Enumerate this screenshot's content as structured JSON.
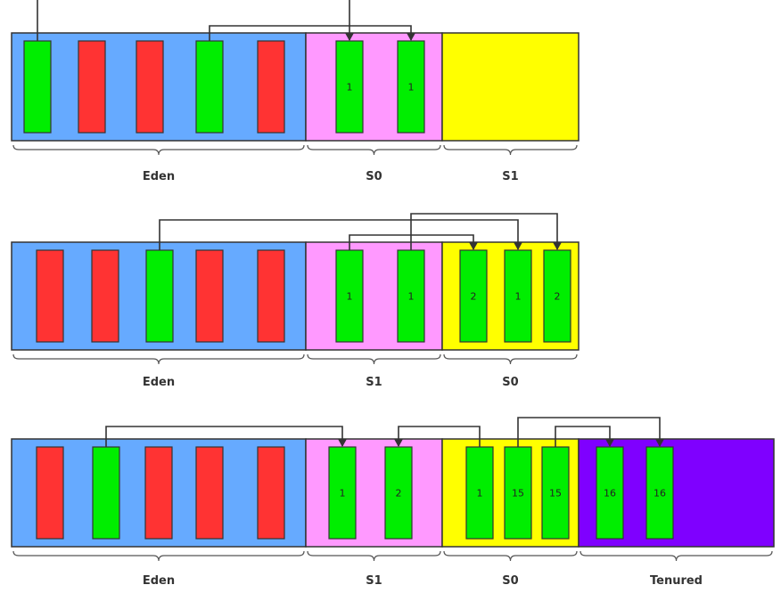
{
  "colors": {
    "eden": "#66aaff",
    "survivor_pink": "#ff99ff",
    "survivor_yellow": "#ffff00",
    "tenured": "#7f00ff",
    "live": "#00ee00",
    "dead": "#ff3333",
    "stroke": "#333333"
  },
  "panels": [
    {
      "regions": [
        {
          "label": "Eden",
          "color": "eden"
        },
        {
          "label": "S0",
          "color": "survivor_pink"
        },
        {
          "label": "S1",
          "color": "survivor_yellow"
        }
      ],
      "objects": [
        {
          "region": 0,
          "state": "live",
          "age": ""
        },
        {
          "region": 0,
          "state": "dead",
          "age": ""
        },
        {
          "region": 0,
          "state": "dead",
          "age": ""
        },
        {
          "region": 0,
          "state": "live",
          "age": ""
        },
        {
          "region": 0,
          "state": "dead",
          "age": ""
        },
        {
          "region": 1,
          "state": "live",
          "age": "1"
        },
        {
          "region": 1,
          "state": "live",
          "age": "1"
        }
      ],
      "moves": [
        [
          0,
          5
        ],
        [
          3,
          6
        ]
      ]
    },
    {
      "regions": [
        {
          "label": "Eden",
          "color": "eden"
        },
        {
          "label": "S1",
          "color": "survivor_pink"
        },
        {
          "label": "S0",
          "color": "survivor_yellow"
        }
      ],
      "objects": [
        {
          "region": 0,
          "state": "dead",
          "age": ""
        },
        {
          "region": 0,
          "state": "dead",
          "age": ""
        },
        {
          "region": 0,
          "state": "live",
          "age": ""
        },
        {
          "region": 0,
          "state": "dead",
          "age": ""
        },
        {
          "region": 0,
          "state": "dead",
          "age": ""
        },
        {
          "region": 1,
          "state": "live",
          "age": "1"
        },
        {
          "region": 1,
          "state": "live",
          "age": "1"
        },
        {
          "region": 2,
          "state": "live",
          "age": "2"
        },
        {
          "region": 2,
          "state": "live",
          "age": "1"
        },
        {
          "region": 2,
          "state": "live",
          "age": "2"
        }
      ],
      "moves": [
        [
          2,
          8
        ],
        [
          5,
          7
        ],
        [
          6,
          9
        ]
      ]
    },
    {
      "regions": [
        {
          "label": "Eden",
          "color": "eden"
        },
        {
          "label": "S1",
          "color": "survivor_pink"
        },
        {
          "label": "S0",
          "color": "survivor_yellow"
        },
        {
          "label": "Tenured",
          "color": "tenured"
        }
      ],
      "objects": [
        {
          "region": 0,
          "state": "dead",
          "age": ""
        },
        {
          "region": 0,
          "state": "live",
          "age": ""
        },
        {
          "region": 0,
          "state": "dead",
          "age": ""
        },
        {
          "region": 0,
          "state": "dead",
          "age": ""
        },
        {
          "region": 0,
          "state": "dead",
          "age": ""
        },
        {
          "region": 1,
          "state": "live",
          "age": "1"
        },
        {
          "region": 1,
          "state": "live",
          "age": "2"
        },
        {
          "region": 2,
          "state": "live",
          "age": "1"
        },
        {
          "region": 2,
          "state": "live",
          "age": "15"
        },
        {
          "region": 2,
          "state": "live",
          "age": "15"
        },
        {
          "region": 3,
          "state": "live",
          "age": "16"
        },
        {
          "region": 3,
          "state": "live",
          "age": "16"
        }
      ],
      "moves": [
        [
          1,
          5
        ],
        [
          7,
          6
        ],
        [
          9,
          10
        ],
        [
          8,
          11
        ]
      ]
    }
  ]
}
